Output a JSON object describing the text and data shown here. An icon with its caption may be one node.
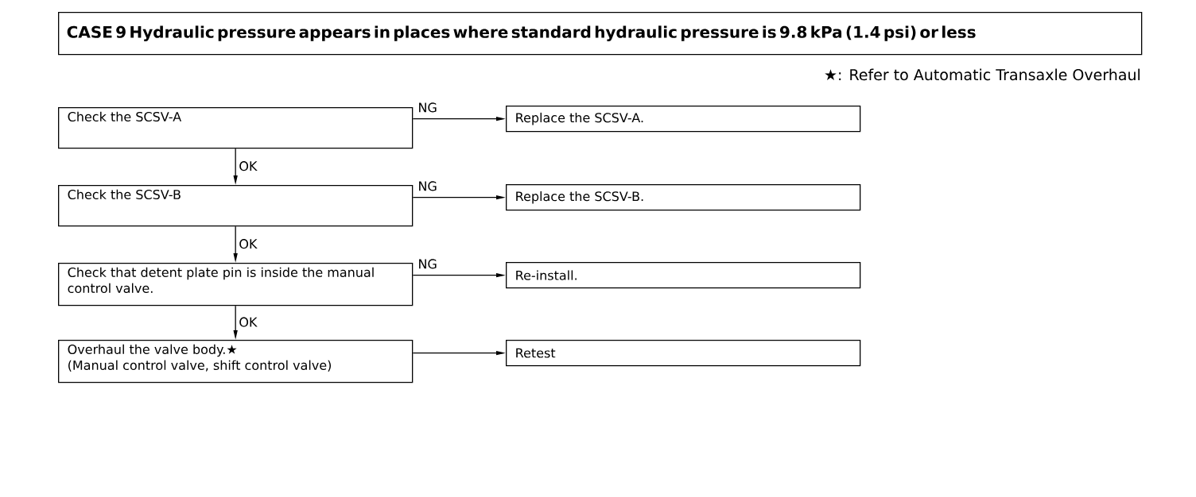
{
  "diagram": {
    "title": "CASE 9 Hydraulic pressure appears in places where standard hydraulic pressure is 9.8 kPa (1.4 psi) or less",
    "nodes": [
      {
        "text": [
          "Check the SCSV-A"
        ]
      },
      {
        "text": [
          "Replace the SCSV-A."
        ]
      },
      {
        "text": [
          "Check the SCSV-B"
        ]
      },
      {
        "text": [
          "Replace the SCSV-B."
        ]
      },
      {
        "text": [
          "Check that detent plate pin is inside the manual control valve."
        ]
      },
      {
        "text": [
          "Re-install."
        ]
      },
      {
        "text": [
          "Overhaul the valve body.★",
          "(Manual control valve, shift control valve)"
        ]
      },
      {
        "text": [
          "Retest"
        ]
      }
    ],
    "edges": [
      {
        "from": 0,
        "to": 1,
        "arrow": "to",
        "label": "NG"
      },
      {
        "from": 0,
        "to": 2,
        "arrow": "to",
        "label": "OK"
      },
      {
        "from": 2,
        "to": 3,
        "arrow": "to",
        "label": "NG"
      },
      {
        "from": 2,
        "to": 4,
        "arrow": "to",
        "label": "OK"
      },
      {
        "from": 4,
        "to": 5,
        "arrow": "to",
        "label": "NG"
      },
      {
        "from": 4,
        "to": 6,
        "arrow": "to",
        "label": "OK"
      },
      {
        "from": 6,
        "to": 7,
        "arrow": "to"
      }
    ],
    "labels": [
      "★: Refer to Automatic Transaxle Overhaul"
    ]
  }
}
